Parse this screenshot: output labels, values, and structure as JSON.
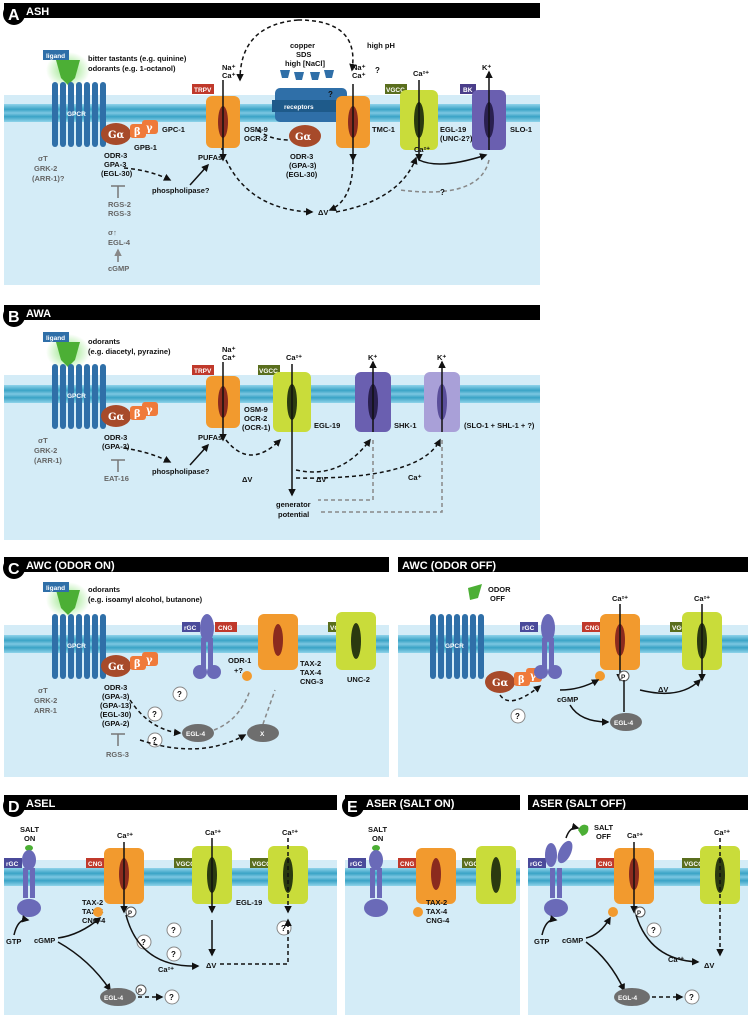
{
  "panels": {
    "A": {
      "letter": "A",
      "title": "ASH"
    },
    "B": {
      "letter": "B",
      "title": "AWA"
    },
    "C": {
      "letter": "C",
      "title": "AWC  (ODOR ON)"
    },
    "C2": {
      "title": "AWC  (ODOR OFF)"
    },
    "D": {
      "letter": "D",
      "title": "ASEL"
    },
    "E": {
      "letter": "E",
      "title": "ASER (SALT ON)"
    },
    "E2": {
      "title": "ASER (SALT OFF)"
    }
  },
  "a": {
    "ligand": "ligand",
    "gpcr": "GPCR",
    "stim1": "bitter tastants (e.g. quinine)",
    "stim2": "odorants (e.g. 1-octanol)",
    "gpc1": "GPC-1",
    "gpb1": "GPB-1",
    "grk": "GRK-2",
    "arr": "(ARR-1)?",
    "odr3": "ODR-3",
    "gpa3": "GPA-3",
    "egl30": "(EGL-30)",
    "rgs2": "RGS-2",
    "rgs3": "RGS-3",
    "egl4": "EGL-4",
    "cgmp": "cGMP",
    "phos": "phospholipase?",
    "pufa": "PUFAs",
    "trpv": "TRPV",
    "osm9": "OSM-9",
    "ocr2": "OCR-2",
    "copper": "copper",
    "sds": "SDS",
    "nacl": "high [NaCl]",
    "highph": "high pH",
    "receptors": "receptors",
    "rodr3": "ODR-3",
    "rgpa3": "(GPA-3)",
    "regl30": "(EGL-30)",
    "tmc1": "TMC-1",
    "vgcc": "VGCC",
    "egl19": "EGL-19",
    "unc2": "(UNC-2?)",
    "bk": "BK",
    "slo1": "SLO-1",
    "dv": "ΔV",
    "na": "Na⁺",
    "ca": "Ca⁺",
    "ca2": "Ca²⁺",
    "k": "K⁺",
    "q": "?"
  },
  "b": {
    "ligand": "ligand",
    "gpcr": "GPCR",
    "stim1": "odorants",
    "stim2": "(e.g. diacetyl, pyrazine)",
    "grk": "GRK-2",
    "arr": "(ARR-1)",
    "odr3": "ODR-3",
    "gpa3": "(GPA-3)",
    "eat16": "EAT-16",
    "phos": "phospholipase?",
    "pufa": "PUFAs",
    "trpv": "TRPV",
    "osm9": "OSM-9",
    "ocr2": "OCR-2",
    "ocr1": "(OCR-1)",
    "vgcc": "VGCC",
    "egl19": "EGL-19",
    "shk1": "SHK-1",
    "slo": "(SLO-1 + SHL-1 + ?)",
    "gen": "generator",
    "pot": "potential",
    "dv": "ΔV",
    "na": "Na⁺",
    "ca": "Ca⁺",
    "ca2": "Ca²⁺",
    "k": "K⁺",
    "cap": "Ca⁺"
  },
  "c": {
    "ligand": "ligand",
    "gpcr": "GPCR",
    "stim1": "odorants",
    "stim2": "(e.g. isoamyl alcohol, butanone)",
    "grk": "GRK-2",
    "arr": "ARR-1",
    "odr3": "ODR-3",
    "gpa3": "(GPA-3)",
    "gpa13": "(GPA-13)",
    "egl30": "(EGL-30)",
    "gpa2": "(GPA-2)",
    "rgs3": "RGS-3",
    "rgc": "rGC",
    "odr1": "ODR-1",
    "odr1b": "+?",
    "cng": "CNG",
    "tax2": "TAX-2",
    "tax4": "TAX-4",
    "cng3": "CNG-3",
    "vgcc": "VGCC",
    "unc2": "UNC-2",
    "egl4": "EGL-4",
    "x": "X",
    "q": "?",
    "odoroff1": "ODOR",
    "odoroff2": "OFF",
    "cgmp": "cGMP",
    "ca2": "Ca²⁺",
    "dv": "ΔV",
    "p": "P"
  },
  "d": {
    "salt1": "SALT",
    "salt2": "ON",
    "rgc": "rGC",
    "cng": "CNG",
    "vgcc": "VGCC",
    "vgcc2": "VGCC",
    "tax2": "TAX-2",
    "tax4": "TAX-4",
    "cng4": "CNG-4",
    "egl19": "EGL-19",
    "gtp": "GTP",
    "cgmp": "cGMP",
    "egl4": "EGL-4",
    "ca2": "Ca²⁺",
    "dv": "ΔV",
    "q": "?",
    "p": "P"
  },
  "e": {
    "salt1": "SALT",
    "salt2": "ON",
    "rgc": "rGC",
    "cng": "CNG",
    "vgcc": "VGCC",
    "tax2": "TAX-2",
    "tax4": "TAX-4",
    "cng4": "CNG-4",
    "off1": "SALT",
    "off2": "OFF",
    "gtp": "GTP",
    "cgmp": "cGMP",
    "egl4": "EGL-4",
    "ca2": "Ca²⁺",
    "dv": "ΔV",
    "q": "?",
    "p": "P"
  },
  "colors": {
    "bg": "#d4ecf7",
    "mem": "#3da6c9",
    "gpcr": "#2f6fa8",
    "trpv": "#f29a2e",
    "vgcc": "#c9dc3a",
    "bk": "#6a5fb0",
    "galpha": "#a74a2a",
    "gbeta": "#ef7a3a",
    "rgc": "#6a6ab8",
    "cng": "#f29a2e",
    "egl4": "#6e6e6e",
    "ligand": "#5cbf3a",
    "header": "#000000"
  }
}
